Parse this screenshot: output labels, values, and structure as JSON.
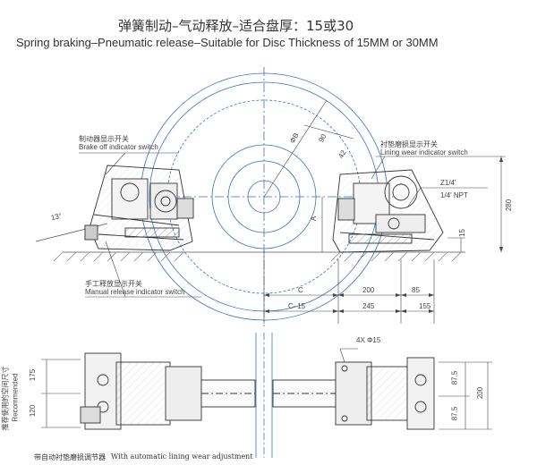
{
  "title": {
    "cn": "弹簧制动–气动释放–适合盘厚：15或30",
    "en": "Spring braking–Pneumatic  release–Suitable for Disc Thickness of 15MM or 30MM"
  },
  "callouts": {
    "brake_off_cn": "制动器显示开关",
    "brake_off_en": "Brake off indicator switch",
    "lining_wear_cn": "衬垫磨损显示开关",
    "lining_wear_en": "Lining wear indicator switch",
    "manual_release_cn": "手工释放显示开关",
    "manual_release_en": "Manual release indicator switch",
    "port_z": "Z1/4'",
    "port_npt": "1/4' NPT",
    "holes": "4X Φ15"
  },
  "dimensions": {
    "angle": "13°",
    "dia_b": "ΦB",
    "d90": "90",
    "d42": "42",
    "a": "A",
    "d280": "280",
    "d15": "15",
    "c": "C",
    "d200": "200",
    "d85": "85",
    "c_minus_15": "C–15",
    "d245": "245",
    "d155": "155",
    "d175": "175",
    "d120": "120",
    "d87_5_top": "87.5",
    "d87_5_bottom": "87.5",
    "d200_side": "200"
  },
  "side_note": {
    "cn": "推荐使用的空间尺寸",
    "en": "Recommended"
  },
  "caption": {
    "cn": "带自动衬垫磨损调节器",
    "en": "With automatic lining wear adjustment"
  },
  "colors": {
    "disc": "#3a6fc4",
    "line": "#333333",
    "hatch": "#777777"
  }
}
